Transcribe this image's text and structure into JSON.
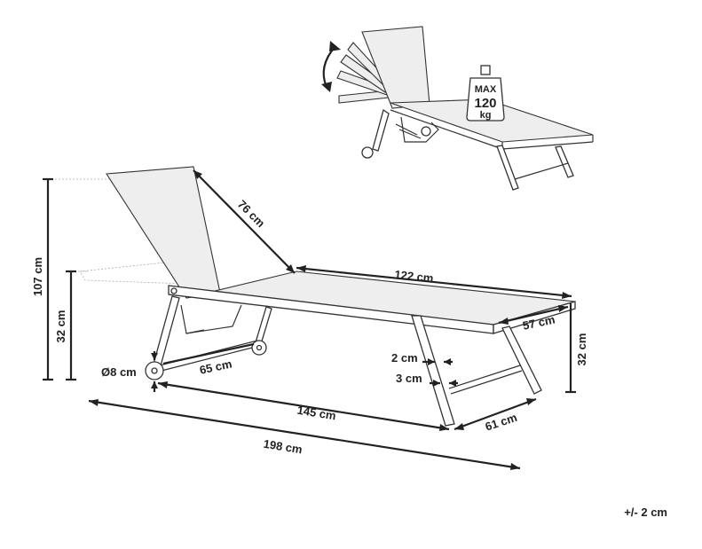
{
  "dimensions": {
    "height_total": "107 cm",
    "height_seat": "32 cm",
    "backrest_length": "76 cm",
    "seat_length": "122 cm",
    "width_top": "57 cm",
    "height_front": "32 cm",
    "tube_a": "2 cm",
    "tube_b": "3 cm",
    "wheel_diameter": "Ø8 cm",
    "wheel_track": "65 cm",
    "frame_length": "145 cm",
    "width_base": "61 cm",
    "overall_length": "198 cm"
  },
  "weight_badge": {
    "prefix": "MAX",
    "value": "120",
    "unit": "kg"
  },
  "tolerance": "+/- 2 cm",
  "colors": {
    "line": "#222222",
    "fabric": "#eeeeee"
  }
}
